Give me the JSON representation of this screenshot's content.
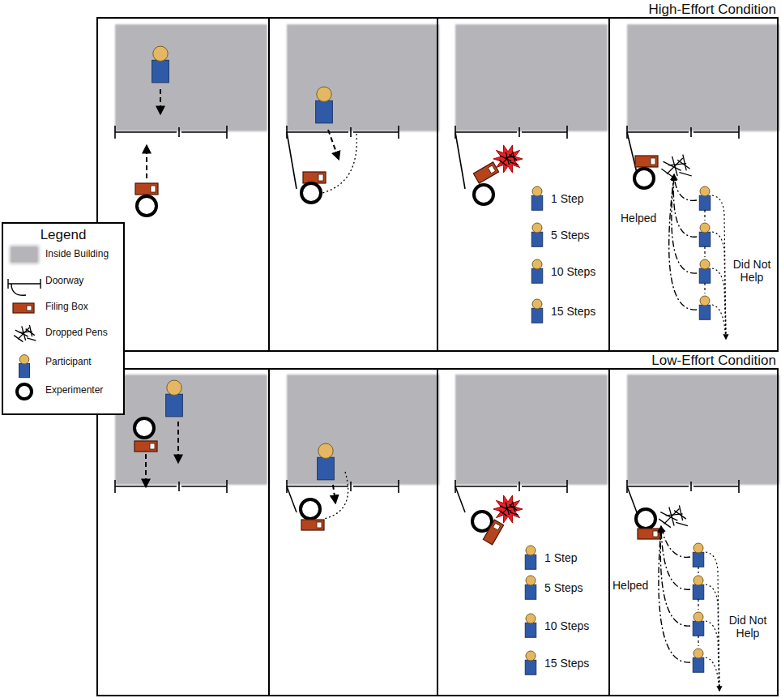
{
  "diagram": {
    "labels": [
      "High-Effort Condition",
      "Legend",
      "1 Step",
      "5 Steps",
      "10 Steps",
      "15 Steps",
      "Helped",
      "Did Not Help",
      "Low-Effort Condition",
      "1 Step",
      "5 Steps",
      "10 Steps",
      "15 Steps",
      "Helped",
      "Did Not Help"
    ],
    "legend": [
      {
        "text": "Inside Building",
        "color": "#b5b5b9"
      },
      {
        "text": "Doorway"
      },
      {
        "text": "Filing Box"
      },
      {
        "text": "Dropped Pens"
      },
      {
        "text": "Participant"
      },
      {
        "text": "Experimenter"
      }
    ]
  }
}
